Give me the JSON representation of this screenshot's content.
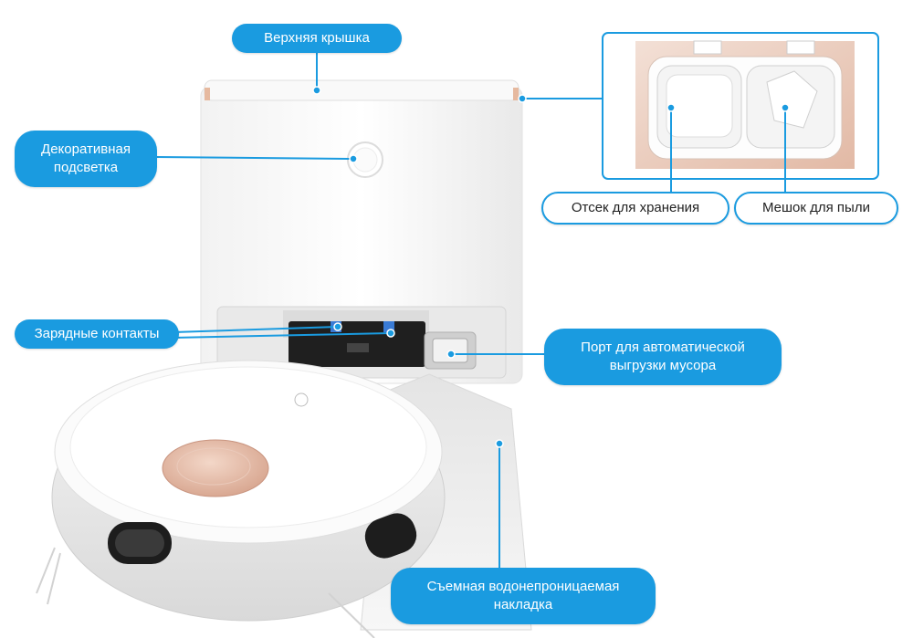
{
  "labels": {
    "top_lid": "Верхняя крышка",
    "decorative_light_line1": "Декоративная",
    "decorative_light_line2": "подсветка",
    "charging_contacts": "Зарядные контакты",
    "storage_compartment": "Отсек для хранения",
    "dust_bag": "Мешок для пыли",
    "auto_empty_port_line1": "Порт для автоматической",
    "auto_empty_port_line2": "выгрузки мусора",
    "waterproof_mat_line1": "Съемная водонепроницаемая",
    "waterproof_mat_line2": "накладка"
  },
  "colors": {
    "accent": "#1a9be0",
    "callout_text": "#ffffff",
    "outline_text": "#222222",
    "device_white": "#f6f6f6",
    "rose_gold": "#e8c2b0",
    "dark": "#1f1f1f"
  }
}
